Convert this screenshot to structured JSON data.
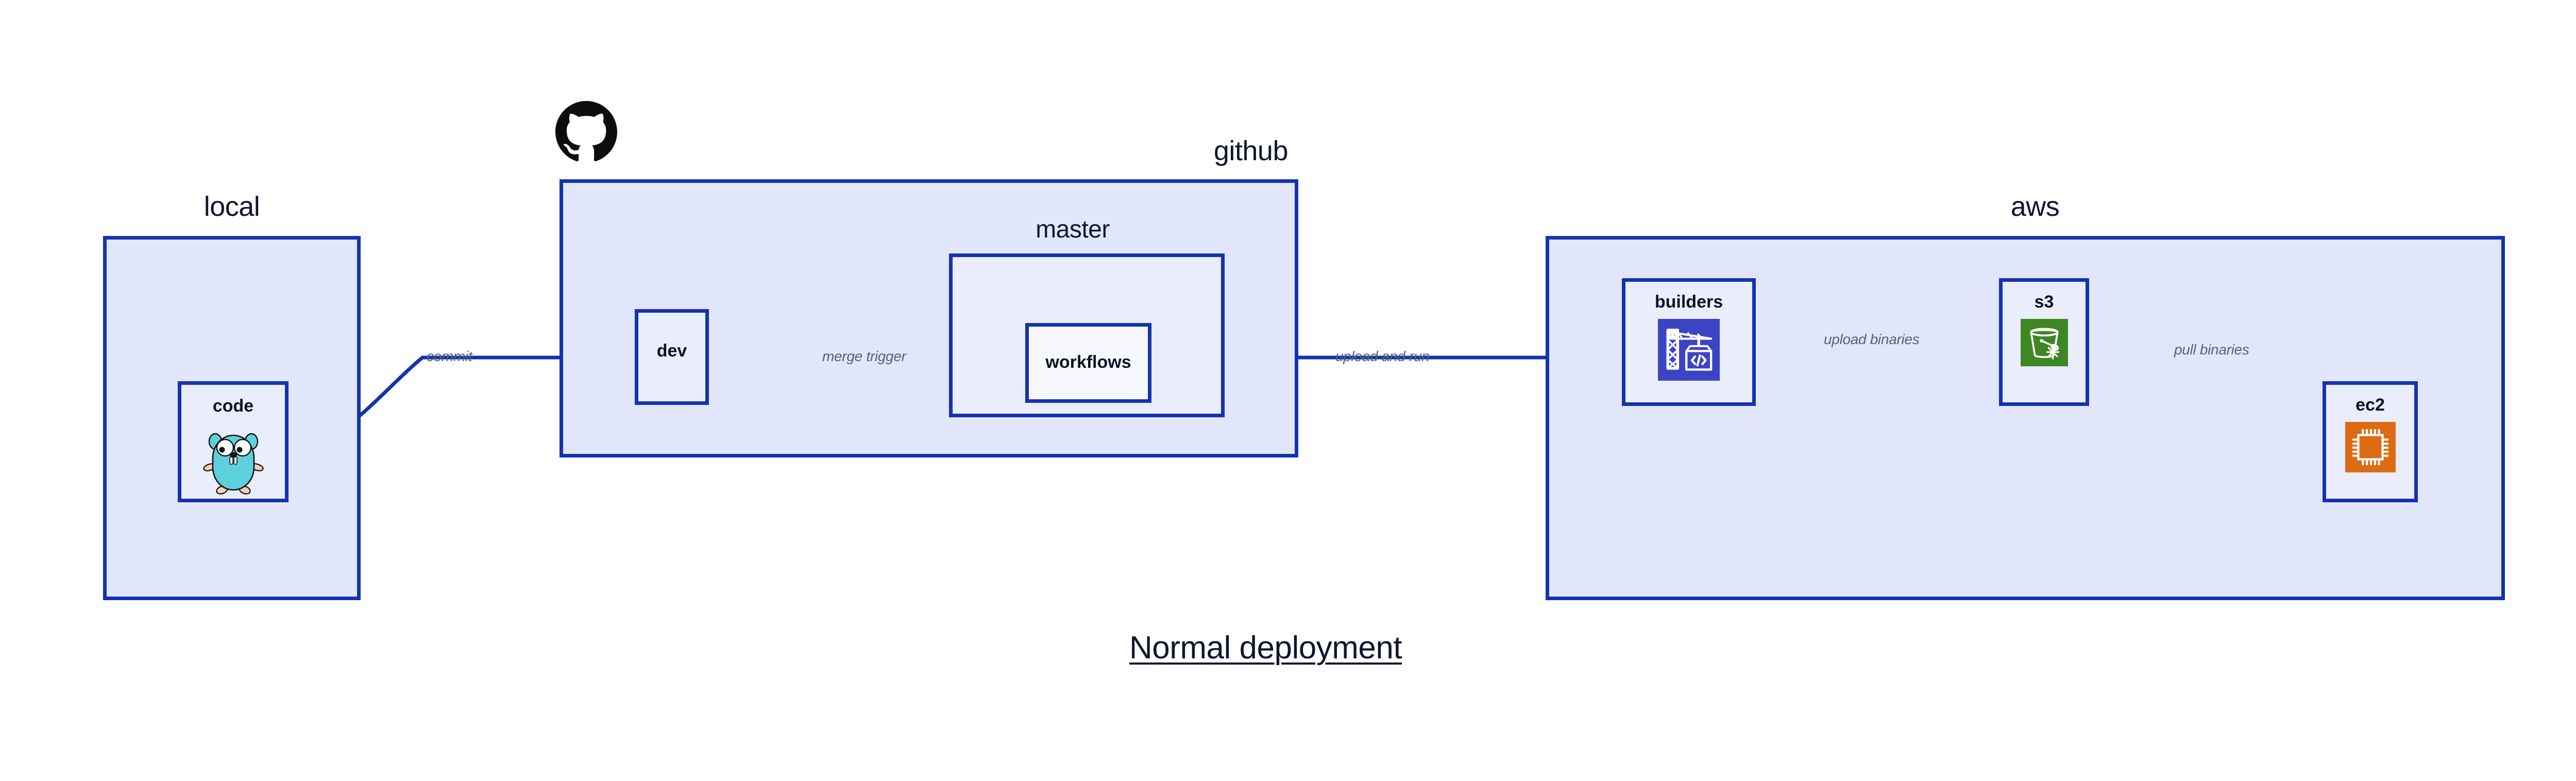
{
  "diagram": {
    "title": "Normal deployment",
    "background_color": "#ffffff",
    "border_color": "#1433ad",
    "group_fill": "#e2e6fb",
    "subgroup_fill": "#e9edfc",
    "node_fill": "#eaeefc",
    "leaf_fill": "#f6f8fe",
    "label_color": "#10162f",
    "edge_label_color": "#5b6173"
  },
  "groups": [
    {
      "id": "local",
      "label": "local"
    },
    {
      "id": "github",
      "label": "github"
    },
    {
      "id": "aws",
      "label": "aws"
    }
  ],
  "subgroups": [
    {
      "id": "master",
      "label": "master",
      "parent": "github"
    }
  ],
  "nodes": [
    {
      "id": "code",
      "label": "code",
      "parent": "local",
      "icon": "go-gopher-icon",
      "icon_color": "#5ed0dd"
    },
    {
      "id": "dev",
      "label": "dev",
      "parent": "github",
      "icon": null,
      "icon_color": null
    },
    {
      "id": "workflows",
      "label": "workflows",
      "parent": "master",
      "icon": null,
      "icon_color": null
    },
    {
      "id": "builders",
      "label": "builders",
      "parent": "aws",
      "icon": "aws-codebuild-icon",
      "icon_color": "#3c44c6"
    },
    {
      "id": "s3",
      "label": "s3",
      "parent": "aws",
      "icon": "aws-s3-glacier-icon",
      "icon_color": "#3f8624"
    },
    {
      "id": "ec2",
      "label": "ec2",
      "parent": "aws",
      "icon": "aws-ec2-chip-icon",
      "icon_color": "#dd6b13"
    }
  ],
  "edges": [
    {
      "id": "e1",
      "from": "code",
      "to": "dev",
      "label": "commit"
    },
    {
      "id": "e2",
      "from": "dev",
      "to": "workflows",
      "label": "merge trigger"
    },
    {
      "id": "e3",
      "from": "workflows",
      "to": "builders",
      "label": "upload and run"
    },
    {
      "id": "e4",
      "from": "builders",
      "to": "s3",
      "label": "upload binaries"
    },
    {
      "id": "e5",
      "from": "s3",
      "to": "ec2",
      "label": "pull binaries"
    }
  ],
  "branding": {
    "github_logo": "github-octocat-icon",
    "github_logo_color": "#0d0d0d"
  }
}
